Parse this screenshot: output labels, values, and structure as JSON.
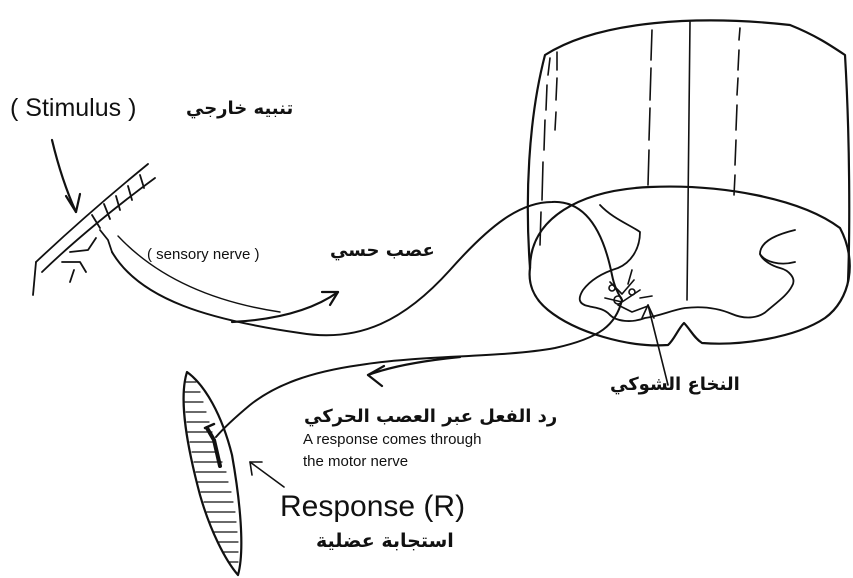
{
  "labels": {
    "stimulus_en": "( Stimulus )",
    "stimulus_ar": "تنبيه خارجي",
    "sensory_nerve_en": "( sensory nerve )",
    "sensory_nerve_ar": "عصب حسي",
    "spinal_cord_ar": "النخاع الشوكي",
    "response_motor_ar": "رد الفعل عبر العصب الحركي",
    "response_motor_en_line1": "A response comes through",
    "response_motor_en_line2": "the  motor nerve",
    "response_en": "Response (R)",
    "response_ar": "استجابة عضلية"
  },
  "colors": {
    "ink": "#111111",
    "background": "#ffffff"
  }
}
